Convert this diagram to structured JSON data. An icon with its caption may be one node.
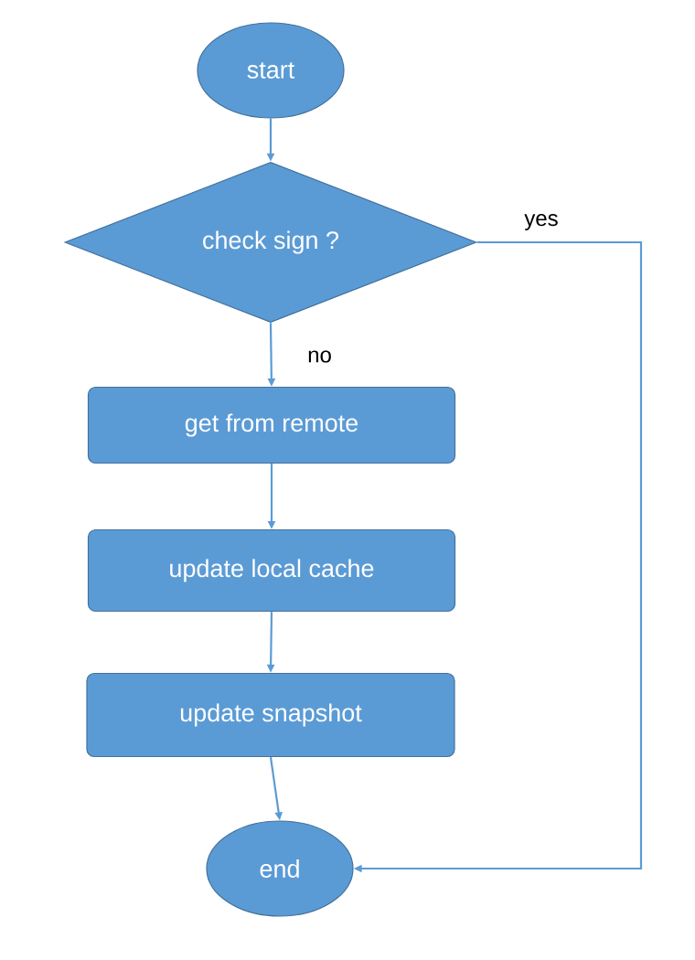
{
  "diagram": {
    "nodes": [
      {
        "text": [
          "start"
        ]
      },
      {
        "text": [
          "check sign ?"
        ]
      },
      {
        "text": [
          "get from remote"
        ]
      },
      {
        "text": [
          "update local cache"
        ]
      },
      {
        "text": [
          "update snapshot"
        ]
      },
      {
        "text": [
          "end"
        ]
      }
    ],
    "edges": [
      {
        "from": 0,
        "to": 1,
        "arrow": "to"
      },
      {
        "from": 1,
        "to": 2,
        "arrow": "to",
        "label": "no"
      },
      {
        "from": 2,
        "to": 3,
        "arrow": "to"
      },
      {
        "from": 3,
        "to": 4,
        "arrow": "to"
      },
      {
        "from": 4,
        "to": 5,
        "arrow": "to"
      },
      {
        "from": 1,
        "to": 5,
        "arrow": "to",
        "label": "yes"
      }
    ]
  }
}
